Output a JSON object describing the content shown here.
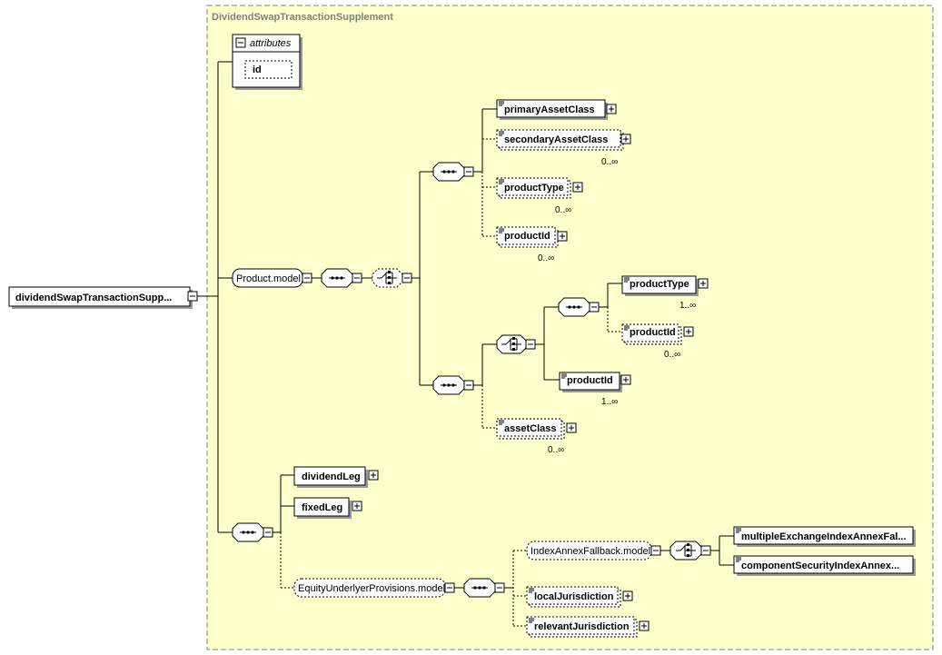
{
  "group_title": "DividendSwapTransactionSupplement",
  "root": {
    "label": "dividendSwapTransactionSupp..."
  },
  "attributes": {
    "header": "attributes",
    "items": [
      "id"
    ]
  },
  "product_model": {
    "label": "Product.model"
  },
  "choice1": {
    "items": [
      {
        "label": "primaryAssetClass",
        "card": ""
      },
      {
        "label": "secondaryAssetClass",
        "card": "0..∞"
      },
      {
        "label": "productType",
        "card": "0..∞"
      },
      {
        "label": "productId",
        "card": "0..∞"
      }
    ]
  },
  "choice2": {
    "inner": [
      {
        "label": "productType",
        "card": "1..∞"
      },
      {
        "label": "productId",
        "card": "0..∞"
      },
      {
        "label": "productId",
        "card": "1..∞"
      }
    ],
    "asset_class": {
      "label": "assetClass",
      "card": "0..∞"
    }
  },
  "legs": [
    {
      "label": "dividendLeg"
    },
    {
      "label": "fixedLeg"
    }
  ],
  "equity_model": {
    "label": "EquityUnderlyerProvisions.model"
  },
  "fallback_model": {
    "label": "IndexAnnexFallback.model"
  },
  "fallback_items": [
    {
      "label": "multipleExchangeIndexAnnexFal..."
    },
    {
      "label": "componentSecurityIndexAnnex..."
    }
  ],
  "jurisdictions": [
    {
      "label": "localJurisdiction"
    },
    {
      "label": "relevantJurisdiction"
    }
  ],
  "colors": {
    "group_fill": "#ffffcc",
    "group_border": "#808080"
  }
}
